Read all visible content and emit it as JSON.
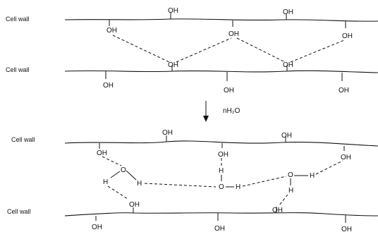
{
  "labels": {
    "wall_top_1": "Cell wall",
    "wall_bottom_1": "Cell wall",
    "wall_top_2": "Cell wall",
    "wall_bottom_2": "Cell wall",
    "reagent": "nH₂O"
  },
  "groups": {
    "oh": "OH",
    "h": "H",
    "o": "O"
  }
}
